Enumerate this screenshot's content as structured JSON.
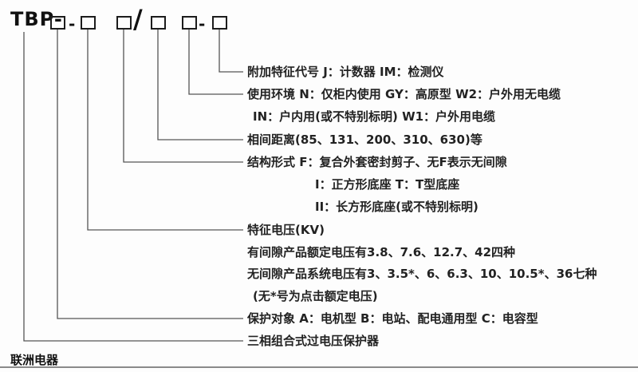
{
  "code": {
    "prefix": "TBP-",
    "dash1": "-",
    "slash": "/",
    "dash2": "-"
  },
  "annotations": [
    {
      "text": "附加特征代号 J：计数器 IM：检测仪"
    },
    {
      "text": "使用环境 N：仅柜内使用 GY：高原型 W2：户外用无电缆"
    },
    {
      "text": "IN：户内用(或不特别标明) W1：户外用电缆"
    },
    {
      "text": "相间距离(85、131、200、310、630)等"
    },
    {
      "text": "结构形式 F：复合外套密封剪子、无F表示无间隙"
    },
    {
      "text": "I：正方形底座 T：T型底座"
    },
    {
      "text": "II：长方形底座(或不特别标明)"
    },
    {
      "text": "特征电压(KV)"
    },
    {
      "text": "有间隙产品额定电压有3.8、7.6、12.7、42四种"
    },
    {
      "text": "无间隙产品系统电压有3、3.5*、6、6.3、10、10.5*、36七种"
    },
    {
      "text": "(无*号为点击额定电压)"
    },
    {
      "text": "保护对象 A：电机型 B：电站、配电通用型 C：电容型"
    },
    {
      "text": "三相组合式过电压保护器"
    }
  ],
  "footer": {
    "logo": "联洲电器"
  },
  "colors": {
    "line": "#555555",
    "text": "#222222",
    "box_border": "#1c1c1c",
    "background": "#fdfdfd"
  }
}
